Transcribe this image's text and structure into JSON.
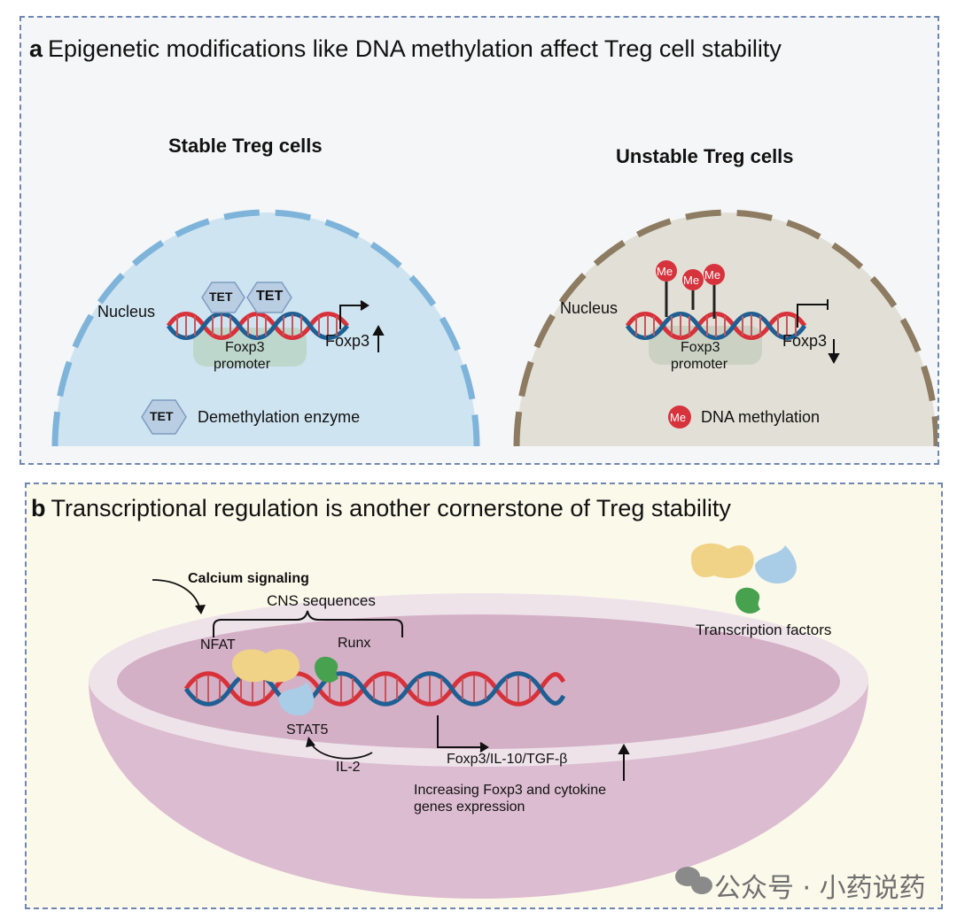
{
  "panel_a": {
    "letter": "a",
    "title": "Epigenetic modifications like DNA methylation affect Treg cell stability",
    "stable": {
      "heading": "Stable Treg cells",
      "nucleus": "Nucleus",
      "enzyme_badge": "TET",
      "promoter_line1": "Foxp3",
      "promoter_line2": "promoter",
      "gene": "Foxp3",
      "legend_badge": "TET",
      "legend_text": "Demethylation enzyme"
    },
    "unstable": {
      "heading": "Unstable Treg cells",
      "nucleus": "Nucleus",
      "me_badge": "Me",
      "promoter_line1": "Foxp3",
      "promoter_line2": "promoter",
      "gene": "Foxp3",
      "legend_badge": "Me",
      "legend_text": "DNA methylation"
    }
  },
  "panel_b": {
    "letter": "b",
    "title": "Transcriptional regulation is another cornerstone of Treg stability",
    "calcium": "Calcium signaling",
    "cns": "CNS sequences",
    "nfat": "NFAT",
    "runx": "Runx",
    "stat5": "STAT5",
    "il2": "IL-2",
    "targets": "Foxp3/IL-10/TGF-β",
    "increase_line1": "Increasing Foxp3 and cytokine",
    "increase_line2": "genes expression",
    "tf_legend": "Transcription factors"
  },
  "watermark": "公众号 · 小药说药",
  "colors": {
    "frame": "#6f86b3",
    "stable_cell": "#cfe4f1",
    "stable_border": "#7fb4da",
    "unstable_cell": "#e2e0d6",
    "unstable_border": "#8d7b62",
    "dna_red": "#d8313a",
    "dna_blue": "#1f5f93",
    "methyl": "#d6333d",
    "tet": "#b9cde3",
    "bowl": "#dcbcd0",
    "nfat": "#f0d387",
    "stat5": "#a9cde6",
    "runx": "#47a14f"
  }
}
